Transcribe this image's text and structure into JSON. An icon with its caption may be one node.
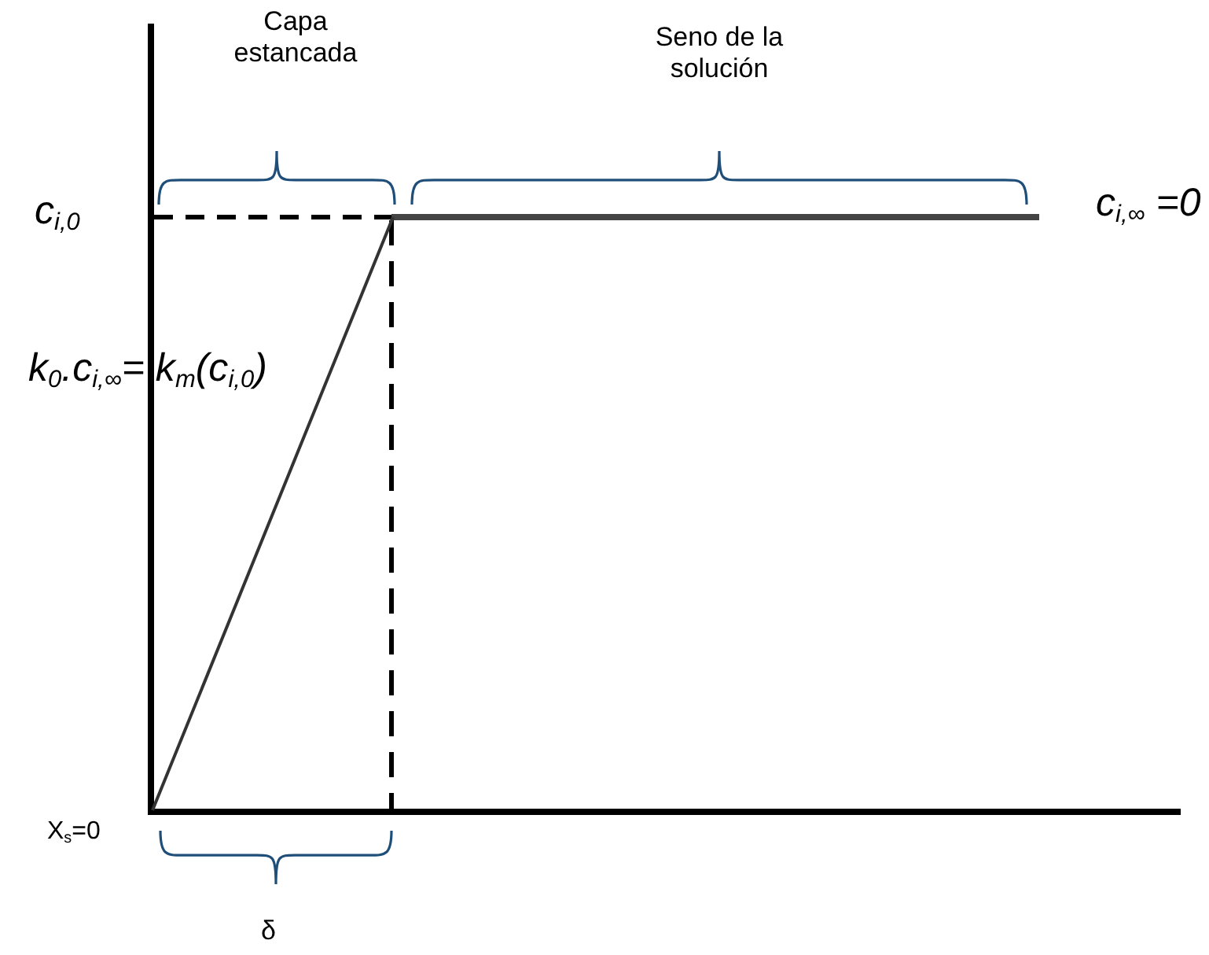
{
  "diagram": {
    "labels": [
      "Capa estancada",
      "Seno de la solución",
      "c$_{i,0}$",
      "c$_{i,∞}$ =0",
      "k$_{0}$.c$_{i,∞}$= k$_{m}$(c$_{i,0}$)",
      "X$_{s}$=0",
      "δ"
    ]
  }
}
